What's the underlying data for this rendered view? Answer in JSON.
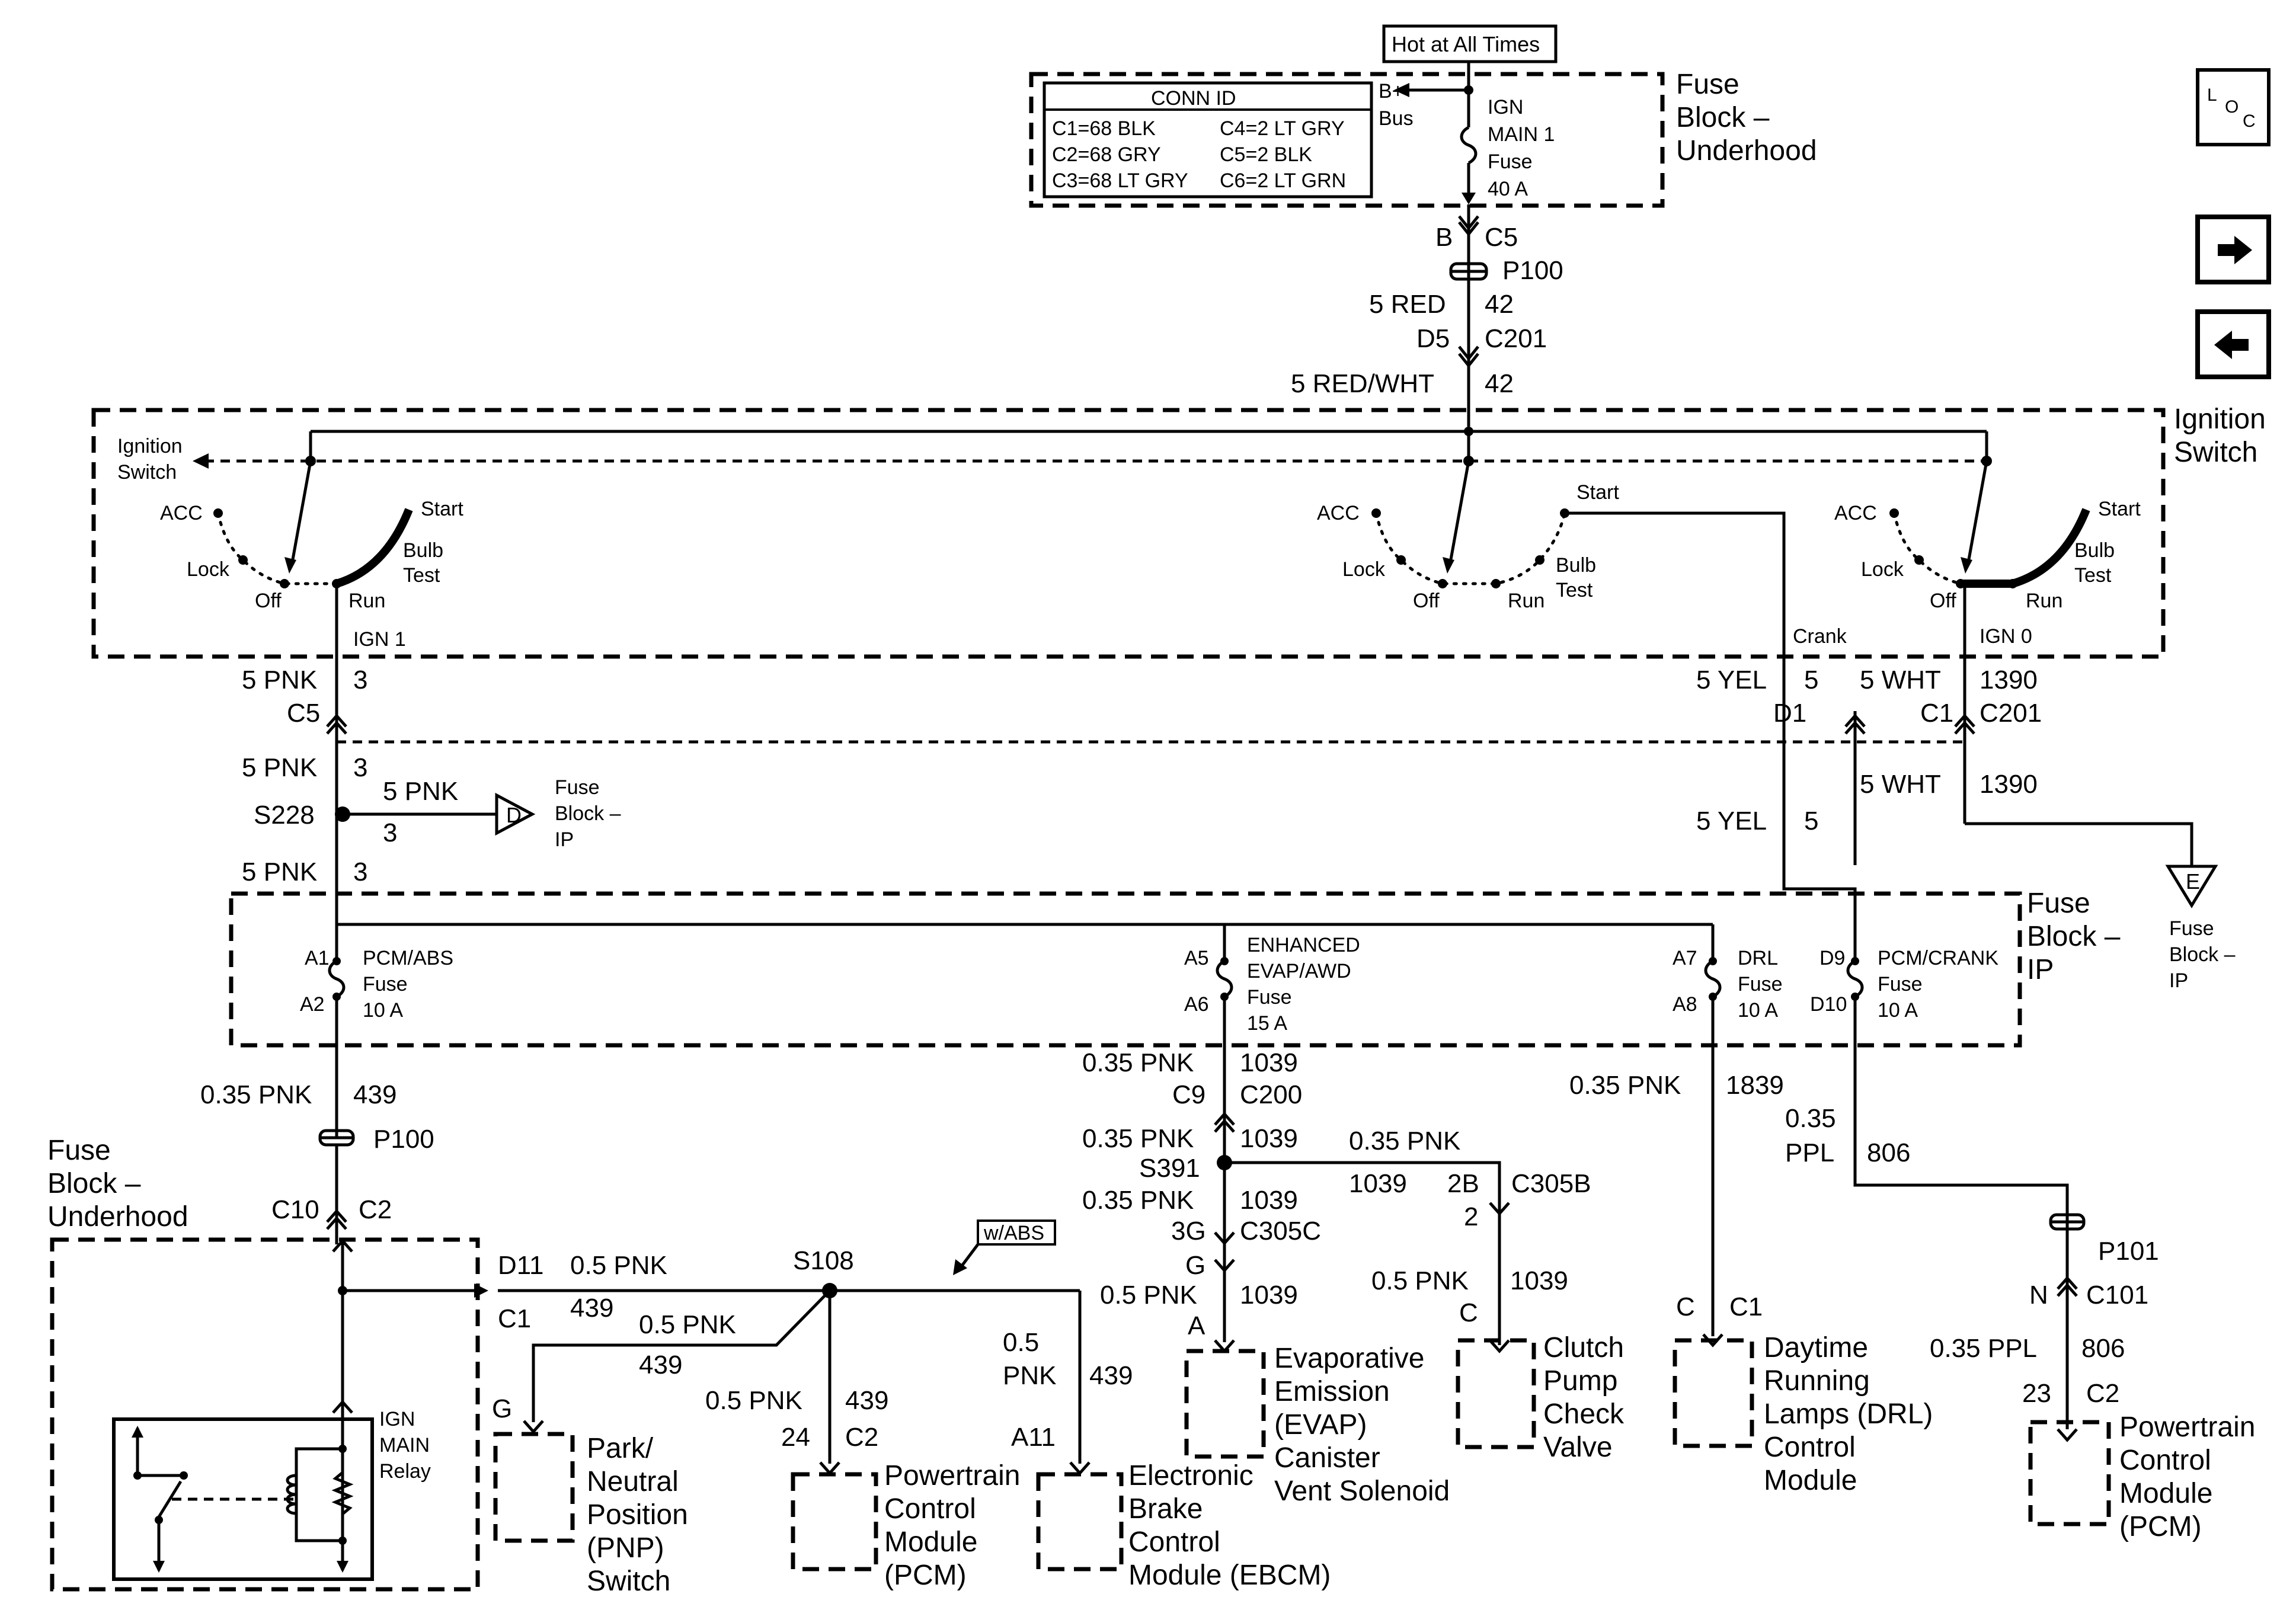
{
  "hot_label": "Hot at All Times",
  "conn_id": {
    "title": "CONN ID",
    "rows": [
      [
        "C1=68 BLK",
        "C4=2 LT GRY"
      ],
      [
        "C2=68 GRY",
        "C5=2 BLK"
      ],
      [
        "C3=68 LT GRY",
        "C6=2 LT GRN"
      ]
    ]
  },
  "bplus": [
    "B+",
    "Bus"
  ],
  "ign_main1_fuse": [
    "IGN",
    "MAIN 1",
    "Fuse",
    "40 A"
  ],
  "fuse_block_underhood_top": [
    "Fuse",
    "Block –",
    "Underhood"
  ],
  "fuse_block_underhood_left": [
    "Fuse",
    "Block –",
    "Underhood"
  ],
  "fuse_block_ip": [
    "Fuse",
    "Block –",
    "IP"
  ],
  "ignition_switch_title": [
    "Ignition",
    "Switch"
  ],
  "ignition_switch_side": [
    "Ignition",
    "Switch"
  ],
  "switch_positions": {
    "acc": "ACC",
    "lock": "Lock",
    "off": "Off",
    "run": "Run",
    "start": "Start",
    "bulb": "Bulb",
    "test": "Test"
  },
  "circuits": {
    "top_b": "B",
    "top_c5": "C5",
    "top_p100": "P100",
    "top_5red": "5 RED",
    "top_42": "42",
    "top_d5": "D5",
    "top_c201": "C201",
    "top_5redwht": "5 RED/WHT",
    "top_42b": "42",
    "ign1": "IGN 1",
    "crank": "Crank",
    "ign0": "IGN 0",
    "pnk5a": "5 PNK",
    "n3a": "3",
    "c5b": "C5",
    "yel5a": "5 YEL",
    "n5a": "5",
    "d1": "D1",
    "wht5a": "5 WHT",
    "n1390a": "1390",
    "c1a": "C1",
    "c201b": "C201",
    "pnk5b": "5 PNK",
    "n3b": "3",
    "s228": "S228",
    "pnk5c": "5 PNK",
    "n3c": "3",
    "pnk5d": "5 PNK",
    "n3d": "3",
    "yel5b": "5 YEL",
    "n5b": "5",
    "wht5b": "5 WHT",
    "n1390b": "1390",
    "d_conn": "D",
    "e_conn": "E"
  },
  "fuses_ip": {
    "pcmabs": {
      "top": "A1",
      "bot": "A2",
      "name": "PCM/ABS",
      "fuse": "Fuse",
      "amp": "10 A"
    },
    "evap": {
      "top": "A5",
      "bot": "A6",
      "name1": "ENHANCED",
      "name2": "EVAP/AWD",
      "fuse": "Fuse",
      "amp": "15 A"
    },
    "drl": {
      "top": "A7",
      "bot": "A8",
      "name": "DRL",
      "fuse": "Fuse",
      "amp": "10 A"
    },
    "pcmcrank": {
      "top": "D9",
      "bot": "D10",
      "name": "PCM/CRANK",
      "fuse": "Fuse",
      "amp": "10 A"
    }
  },
  "lower": {
    "pnk035_439": "0.35 PNK",
    "n439a": "439",
    "p100b": "P100",
    "c10": "C10",
    "c2a": "C2",
    "ign_main_relay": [
      "IGN",
      "MAIN",
      "Relay"
    ],
    "d11": "D11",
    "c1b": "C1",
    "pnk05a": "0.5 PNK",
    "n439b": "439",
    "s108": "S108",
    "pnk05b": "0.5 PNK",
    "n439c": "439",
    "g1": "G",
    "wabs": "w/ABS",
    "pnk05c": "0.5 PNK",
    "n24": "24",
    "n439d": "439",
    "c2b": "C2",
    "pnk05d1": "0.5",
    "pnk05d2": "PNK",
    "n439e": "439",
    "a11": "A11",
    "pnk035_1039a": "0.35 PNK",
    "n1039a": "1039",
    "c9": "C9",
    "c200": "C200",
    "pnk035_1039b": "0.35 PNK",
    "n1039b": "1039",
    "s391": "S391",
    "pnk035_1039c": "0.35 PNK",
    "n1039c": "1039",
    "n3g": "3G",
    "c305c": "C305C",
    "pnk035_1039d": "0.35 PNK",
    "n1039d": "1039",
    "n2b": "2B",
    "n2": "2",
    "c305b": "C305B",
    "g2": "G",
    "pnk05e": "0.5 PNK",
    "n1039e": "1039",
    "a1": "A",
    "pnk05f": "0.5 PNK",
    "n1039f": "1039",
    "c_conn": "C",
    "pnk035_1839": "0.35 PNK",
    "n1839": "1839",
    "c_drl": "C",
    "c1_drl": "C1",
    "ppl035a1": "0.35",
    "ppl035a2": "PPL",
    "n806a": "806",
    "p101": "P101",
    "n_conn": "N",
    "c101": "C101",
    "ppl035b": "0.35 PPL",
    "n806b": "806",
    "n23": "23",
    "c2c": "C2"
  },
  "components": {
    "pnp": [
      "Park/",
      "Neutral",
      "Position",
      "(PNP)",
      "Switch"
    ],
    "pcm1": [
      "Powertrain",
      "Control",
      "Module",
      "(PCM)"
    ],
    "ebcm": [
      "Electronic",
      "Brake",
      "Control",
      "Module (EBCM)"
    ],
    "evap": [
      "Evaporative",
      "Emission",
      "(EVAP)",
      "Canister",
      "Vent Solenoid"
    ],
    "clutch": [
      "Clutch",
      "Pump",
      "Check",
      "Valve"
    ],
    "drl": [
      "Daytime",
      "Running",
      "Lamps (DRL)",
      "Control",
      "Module"
    ],
    "pcm2": [
      "Powertrain",
      "Control",
      "Module",
      "(PCM)"
    ]
  },
  "nav": {
    "loc_l": "L",
    "loc_o": "O",
    "loc_c": "C"
  }
}
